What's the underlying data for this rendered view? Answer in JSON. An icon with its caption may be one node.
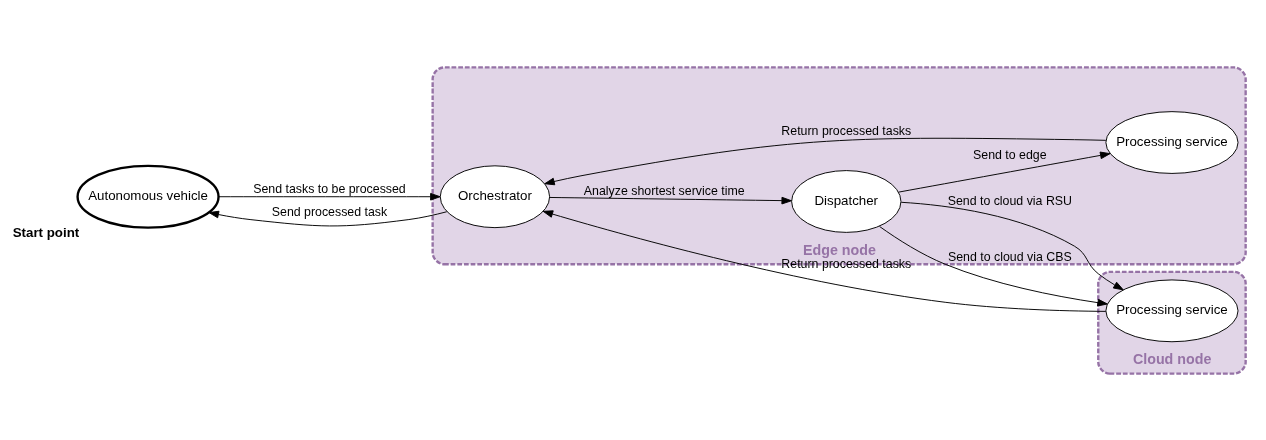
{
  "diagram": {
    "nodes": [
      {
        "text": [
          "Autonomous vehicle"
        ],
        "beside": [
          "Start point"
        ]
      },
      {
        "text": [
          "Edge node"
        ]
      },
      {
        "text": [
          "Orchestrator"
        ],
        "in": 1
      },
      {
        "text": [
          "Dispatcher"
        ],
        "in": 1
      },
      {
        "text": [
          "Processing service"
        ],
        "in": 1
      },
      {
        "text": [
          "Cloud node"
        ]
      },
      {
        "text": [
          "Processing service"
        ],
        "in": 5
      }
    ],
    "edges": [
      {
        "from": 0,
        "to": 2,
        "arrow": "to",
        "label": "Send tasks to be processed"
      },
      {
        "from": 2,
        "to": 0,
        "arrow": "to",
        "label": "Send processed task"
      },
      {
        "from": 2,
        "to": 3,
        "arrow": "to",
        "label": "Analyze shortest service time"
      },
      {
        "from": 3,
        "to": 6,
        "arrow": "to",
        "label": "Send to cloud via RSU"
      },
      {
        "from": 3,
        "to": 6,
        "arrow": "to",
        "label": "Send to cloud via CBS"
      },
      {
        "from": 3,
        "to": 4,
        "arrow": "to",
        "label": "Send to edge"
      },
      {
        "from": 4,
        "to": 2,
        "arrow": "to",
        "label": "Return processed tasks"
      },
      {
        "from": 6,
        "to": 2,
        "arrow": "to",
        "label": "Return processed tasks"
      }
    ]
  }
}
